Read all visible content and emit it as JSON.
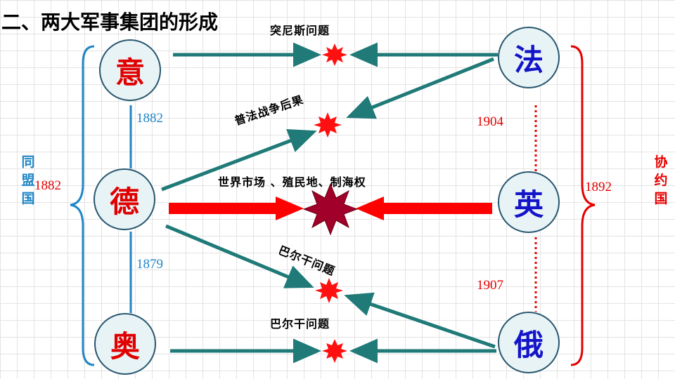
{
  "title": "二、两大军事集团的形成",
  "nodes": {
    "italy": "意",
    "germany": "德",
    "austria": "奥",
    "france": "法",
    "britain": "英",
    "russia": "俄"
  },
  "conflicts": {
    "morocco": "突尼斯问题",
    "franco_prussian": "普法战争后果",
    "world_market": "世界市场 、殖民地、制海权",
    "balkan_upper": "巴尔干问题",
    "balkan_lower": "巴尔干问题"
  },
  "years": {
    "germany_italy": "1882",
    "germany_austria": "1879",
    "triple_alliance": "1882",
    "britain_france": "1904",
    "britain_russia": "1907",
    "france_russia": "1892"
  },
  "groups": {
    "central": "同盟国",
    "entente": "协约国"
  },
  "colors": {
    "teal_arrow": "#1f7a78",
    "red_arrow": "#ff0000",
    "central_color": "#1f86c6",
    "entente_color": "#e60000",
    "burst_red": "#ff1010",
    "burst_dark": "#a0002a"
  }
}
